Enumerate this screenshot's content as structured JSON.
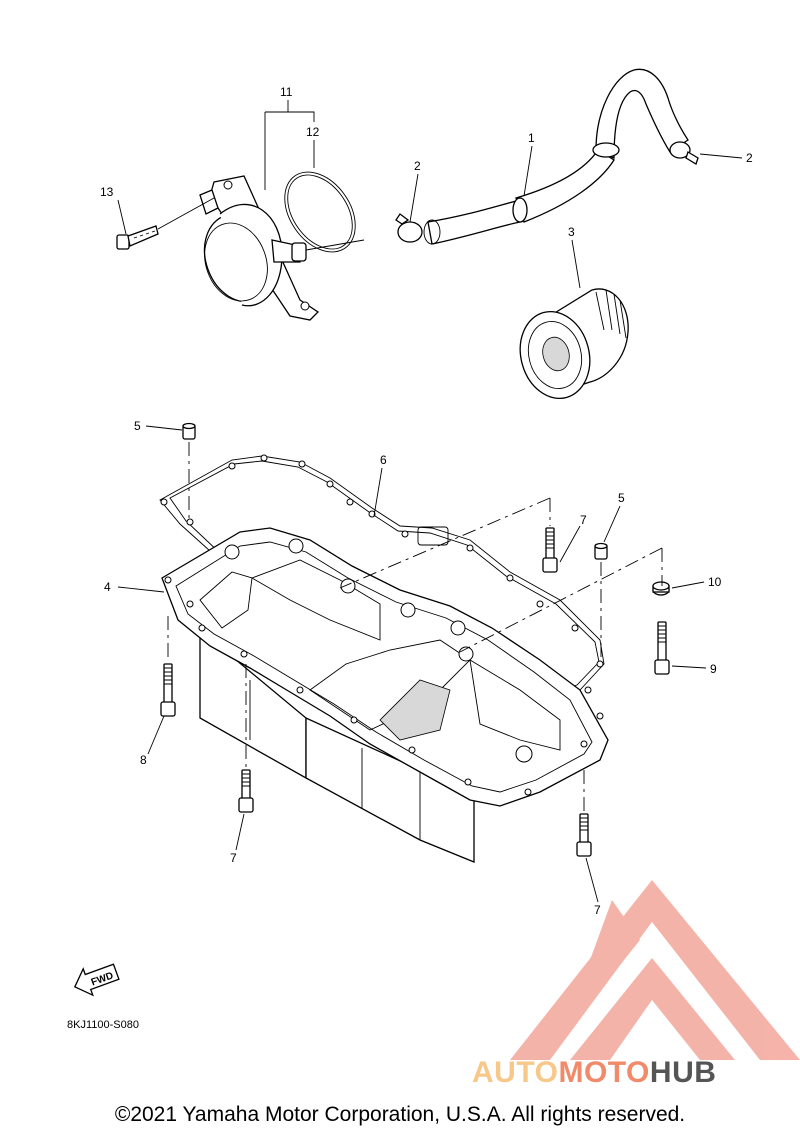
{
  "diagram": {
    "ref_code": "8KJ1100-S080",
    "copyright": "©2021 Yamaha Motor Corporation, U.S.A. All rights reserved.",
    "fwd_label": "FWD",
    "callouts": {
      "c1": "1",
      "c2a": "2",
      "c2b": "2",
      "c3": "3",
      "c4": "4",
      "c5a": "5",
      "c5b": "5",
      "c6": "6",
      "c7a": "7",
      "c7b": "7",
      "c7c": "7",
      "c8": "8",
      "c9": "9",
      "c10": "10",
      "c11": "11",
      "c12": "12",
      "c13": "13"
    }
  },
  "watermark": {
    "brand_part1": "AUTO",
    "brand_part2": "MOTO",
    "brand_part3": "HUB",
    "color_light": "#f7c88a",
    "color_mid": "#f08a6a",
    "color_dark": "#555555"
  }
}
